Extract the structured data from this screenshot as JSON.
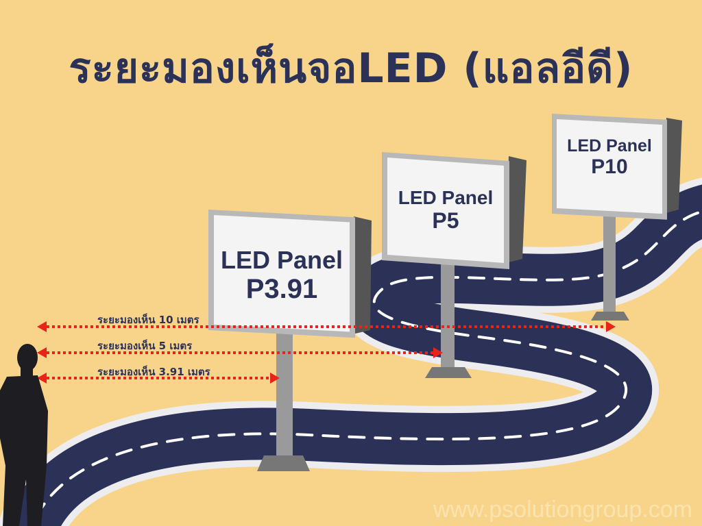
{
  "title": "ระยะมองเห็นจอLED (แอลอีดี)",
  "panels": [
    {
      "line1": "LED Panel",
      "line2": "P3.91"
    },
    {
      "line1": "LED Panel",
      "line2": "P5"
    },
    {
      "line1": "LED Panel",
      "line2": "P10"
    }
  ],
  "distances": [
    {
      "label": "ระยะมองเห็น 10 เมตร"
    },
    {
      "label": "ระยะมองเห็น 5 เมตร"
    },
    {
      "label": "ระยะมองเห็น 3.91 เมตร"
    }
  ],
  "watermark": "www.psolutiongroup.com",
  "colors": {
    "background": "#F8D48A",
    "navy": "#2B3157",
    "arrow": "#E8231A"
  }
}
